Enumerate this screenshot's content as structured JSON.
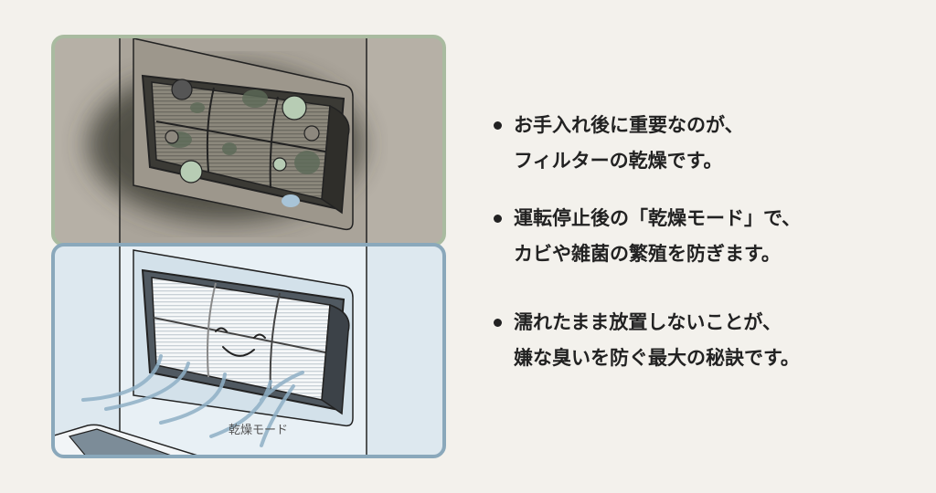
{
  "illustration": {
    "dry_mode_label": "乾燥モード"
  },
  "bullets": [
    {
      "lines": [
        "お手入れ後に重要なのが、",
        "フィルターの乾燥です。"
      ]
    },
    {
      "lines": [
        "運転停止後の「乾燥モード」で、",
        "カビや雑菌の繁殖を防ぎます。"
      ]
    },
    {
      "lines": [
        "濡れたまま放置しないことが、",
        "嫌な臭いを防ぐ最大の秘訣です。"
      ]
    }
  ],
  "colors": {
    "background": "#f3f1ec",
    "top_border": "#a9bba0",
    "bottom_border": "#8aa8bb"
  }
}
